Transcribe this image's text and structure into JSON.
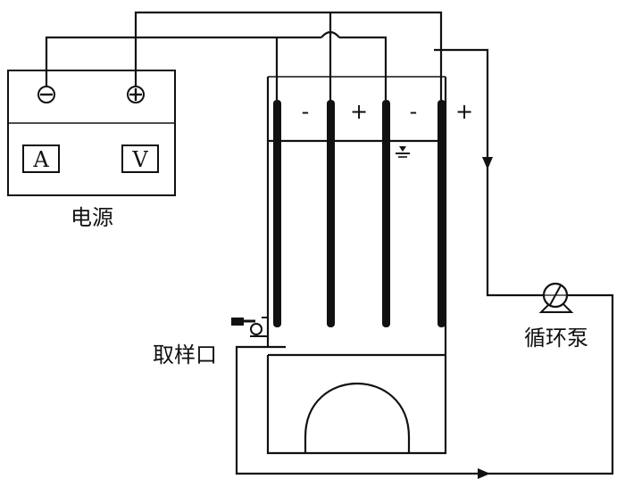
{
  "power_supply": {
    "label": "电源",
    "negative_terminal": "⊖",
    "positive_terminal": "⊕",
    "ammeter": "A",
    "voltmeter": "V"
  },
  "reactor": {
    "electrode_signs": [
      "-",
      "+",
      "-",
      "+"
    ]
  },
  "sampling_port": {
    "label": "取样口"
  },
  "circulation_pump": {
    "label": "循环泵"
  }
}
